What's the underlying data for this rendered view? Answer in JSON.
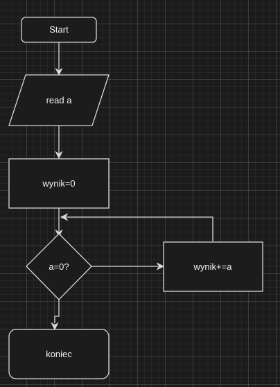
{
  "diagram": {
    "nodes": [
      {
        "id": "start",
        "shape": "rounded-rect",
        "label": "Start"
      },
      {
        "id": "read",
        "shape": "parallelogram",
        "label": "read a"
      },
      {
        "id": "init",
        "shape": "rect",
        "label": "wynik=0"
      },
      {
        "id": "cond",
        "shape": "diamond",
        "label": "a=0?"
      },
      {
        "id": "update",
        "shape": "rect",
        "label": "wynik+=a"
      },
      {
        "id": "end",
        "shape": "rounded-rect",
        "label": "koniec"
      }
    ],
    "edges": [
      {
        "from": "start",
        "to": "read"
      },
      {
        "from": "read",
        "to": "init"
      },
      {
        "from": "init",
        "to": "cond"
      },
      {
        "from": "cond",
        "to": "update"
      },
      {
        "from": "update",
        "to": "cond"
      },
      {
        "from": "cond",
        "to": "end"
      }
    ],
    "colors": {
      "background": "#1b1b1b",
      "stroke": "#d9d9d9",
      "node_fill": "#1c1c1c",
      "text": "#f0f0f0"
    }
  }
}
